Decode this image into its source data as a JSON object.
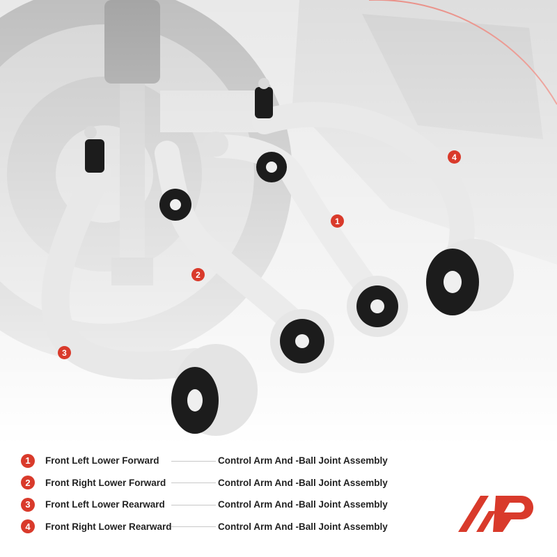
{
  "markers": [
    "1",
    "2",
    "3",
    "4"
  ],
  "legend": [
    {
      "num": "1",
      "position": "Front Left Lower Forward",
      "description": "Control Arm And -Ball Joint Assembly"
    },
    {
      "num": "2",
      "position": "Front Right Lower Forward",
      "description": "Control Arm And -Ball Joint Assembly"
    },
    {
      "num": "3",
      "position": "Front Left Lower Rearward",
      "description": "Control Arm And -Ball Joint Assembly"
    },
    {
      "num": "4",
      "position": "Front Right Lower Rearward",
      "description": "Control Arm And -Ball Joint Assembly"
    }
  ],
  "colors": {
    "accent": "#d93a2b",
    "text": "#222222",
    "arm": "#e9e9e9",
    "bushing": "#1c1c1c"
  }
}
